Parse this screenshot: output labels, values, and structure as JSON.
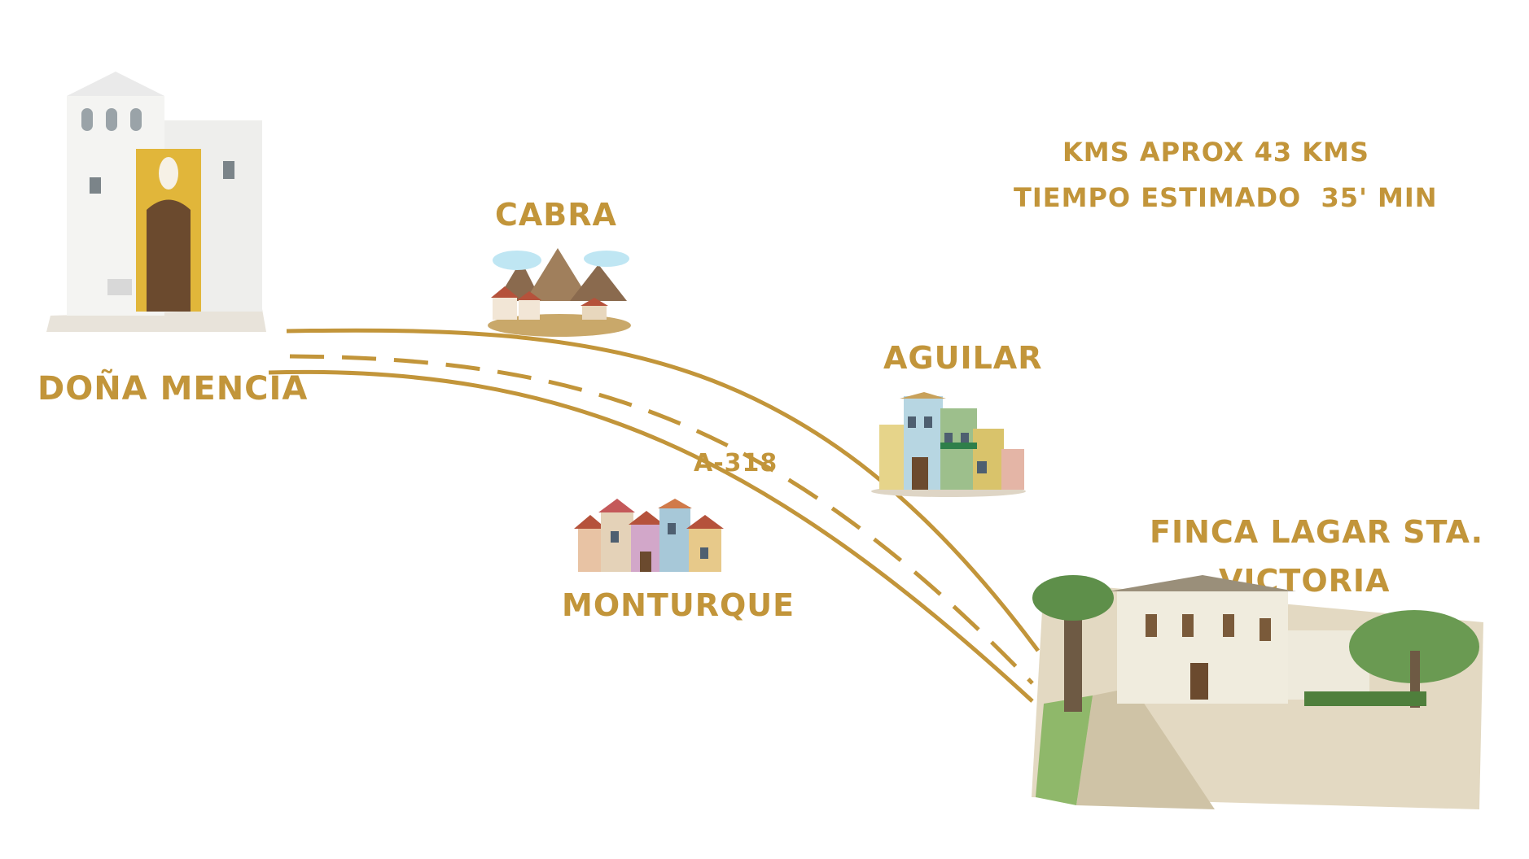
{
  "colors": {
    "accent": "#c2953a",
    "background": "#ffffff"
  },
  "origin": {
    "name": "DOÑA MENCIA",
    "icon": "church-illustration"
  },
  "destination": {
    "name_line1": "FINCA LAGAR STA.",
    "name_line2": "VICTORIA",
    "icon": "estate-courtyard-illustration"
  },
  "towns": [
    {
      "name": "CABRA",
      "icon": "mountain-village-illustration"
    },
    {
      "name": "AGUILAR",
      "icon": "colorful-houses-illustration"
    },
    {
      "name": "MONTURQUE",
      "icon": "village-houses-illustration"
    }
  ],
  "road": {
    "name": "A-318"
  },
  "info": {
    "distance": "KMS APROX 43 KMS",
    "time": "TIEMPO ESTIMADO  35' MIN"
  }
}
